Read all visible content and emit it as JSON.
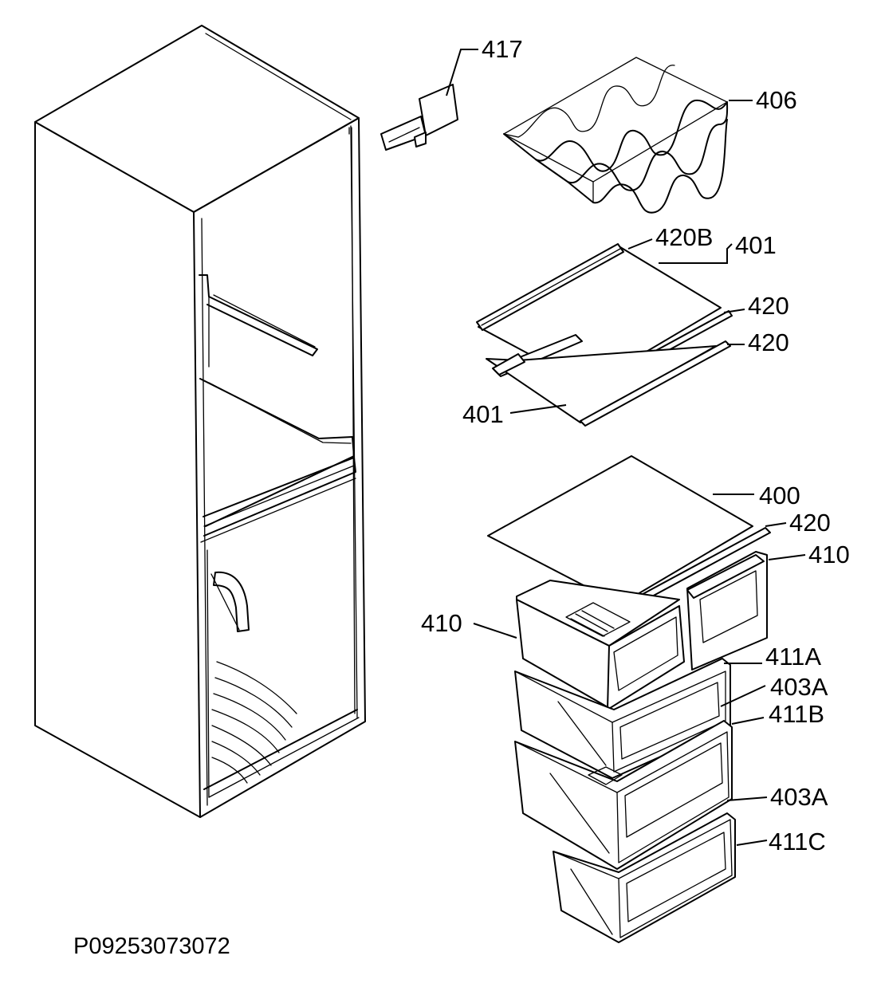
{
  "labels": {
    "l417": "417",
    "l406": "406",
    "l420B": "420B",
    "l401a": "401",
    "l420a": "420",
    "l420b": "420",
    "l401b": "401",
    "l400": "400",
    "l420c": "420",
    "l410a": "410",
    "l410b": "410",
    "l411A": "411A",
    "l403Aa": "403A",
    "l411B": "411B",
    "l403Ab": "403A",
    "l411C": "411C"
  },
  "drawing_code": "P09253073072"
}
